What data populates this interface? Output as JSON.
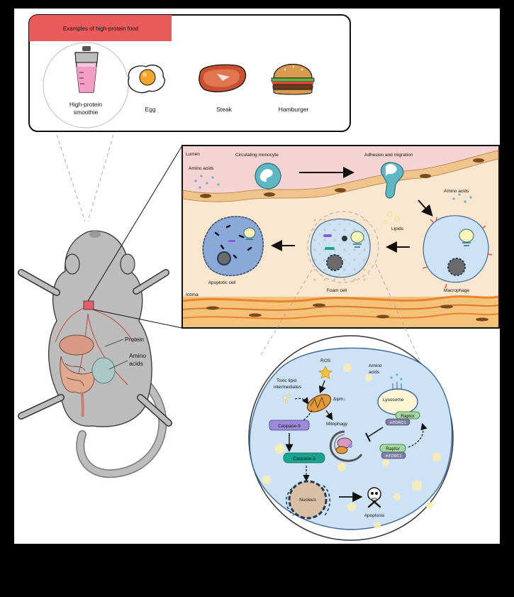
{
  "food_panel": {
    "title": "Examples of high-protein food",
    "items": [
      {
        "label_line1": "High-protein",
        "label_line2": "smoothie",
        "icon": "smoothie-icon"
      },
      {
        "label": "Egg",
        "icon": "egg-icon"
      },
      {
        "label": "Steak",
        "icon": "steak-icon"
      },
      {
        "label": "Hamburger",
        "icon": "hamburger-icon"
      }
    ]
  },
  "mouse": {
    "protein_label": "Protein",
    "amino_line1": "Amino",
    "amino_line2": "acids"
  },
  "artery_panel": {
    "lumen": "Lumen",
    "intima": "Intima",
    "amino_acids_left": "Amino acids",
    "amino_acids_right": "Amino acids",
    "circulating_monocyte": "Circulating monocyte",
    "adhesion_migration": "Adhesion and migration",
    "lipids": "Lipids",
    "macrophage": "Macrophage",
    "foam_cell": "Foam  cell",
    "apoptotic_cell": "Apoptotic cell"
  },
  "cell_detail": {
    "ros": "ROS",
    "toxic_line1": "Toxic lipid",
    "toxic_line2": "intermediates",
    "delta_psi": "Δψm↓",
    "amino_line1": "Amino",
    "amino_line2": "acids",
    "mitophagy": "Mitophagy",
    "lysosome": "Lysosome",
    "raptor_top": "Raptor",
    "mtorc1_top": "mTORC1",
    "raptor_bottom": "Raptor",
    "mtorc1_bottom": "mTORC1",
    "caspase9": "Caspase-9",
    "caspase3": "Caspase-3",
    "nucleus": "Nucleus",
    "apoptosis": "Apoptosis"
  },
  "colors": {
    "food_header": "#ec5b5b",
    "lumen": "#f6d3d3",
    "intima": "#fbe6cf",
    "cell_blue": "#cde3f5",
    "caspase9": "#9b8ad6",
    "caspase3": "#1aa38e",
    "raptor": "#a5d7a0"
  }
}
